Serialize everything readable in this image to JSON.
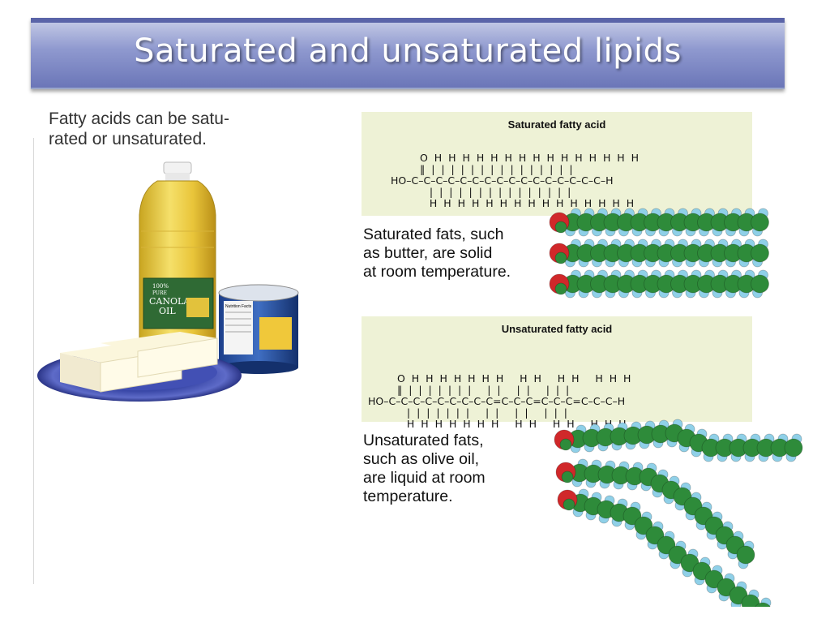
{
  "slide": {
    "title": "Saturated and unsaturated lipids",
    "intro_lines": [
      "Fatty acids can be satu-",
      "rated or unsaturated."
    ]
  },
  "photo": {
    "bottle_label": [
      "100%",
      "PURE",
      "CANOLA",
      "OIL"
    ],
    "can_label": "Nutrition Facts"
  },
  "saturated": {
    "heading": "Saturated fatty acid",
    "formula_top": "O  H  H  H  H  H  H  H  H  H  H  H  H  H  H  H",
    "formula_bonds1": "‖  |  |  |  |  |  |  |  |  |  |  |  |  |  |  |",
    "formula_main": "HO–C–C–C–C–C–C–C–C–C–C–C–C–C–C–C–C–H",
    "formula_bonds2": "   |  |  |  |  |  |  |  |  |  |  |  |  |  |  |",
    "formula_bottom": "   H  H  H  H  H  H  H  H  H  H  H  H  H  H  H",
    "caption_lines": [
      "Saturated fats, such",
      "as butter, are solid",
      "at room temperature."
    ]
  },
  "unsaturated": {
    "heading": "Unsaturated fatty acid",
    "formula_top": "O  H  H  H  H  H  H  H     H  H     H  H     H  H  H",
    "formula_bonds1": "‖  |  |  |  |  |  |  |     |  |     |  |     |  |  |",
    "formula_main": "HO–C–C–C–C–C–C–C–C–C=C–C–C=C–C–C=C–C–C–H",
    "formula_bonds2": "   |  |  |  |  |  |  |     |  |     |  |     |  |  |",
    "formula_bottom": "   H  H  H  H  H  H  H     H  H     H  H     H  H  H",
    "caption_lines": [
      "Unsaturated fats,",
      "such as olive oil,",
      "are liquid at room",
      "temperature."
    ]
  },
  "colors": {
    "carbon": "#2e8b3a",
    "hydrogen": "#8fd0e8",
    "oxygen": "#d0282a",
    "panel": "#eef2d6"
  },
  "icons": [
    "canola-oil-bottle",
    "shortening-can",
    "butter-plate",
    "space-filling-molecule-model"
  ]
}
